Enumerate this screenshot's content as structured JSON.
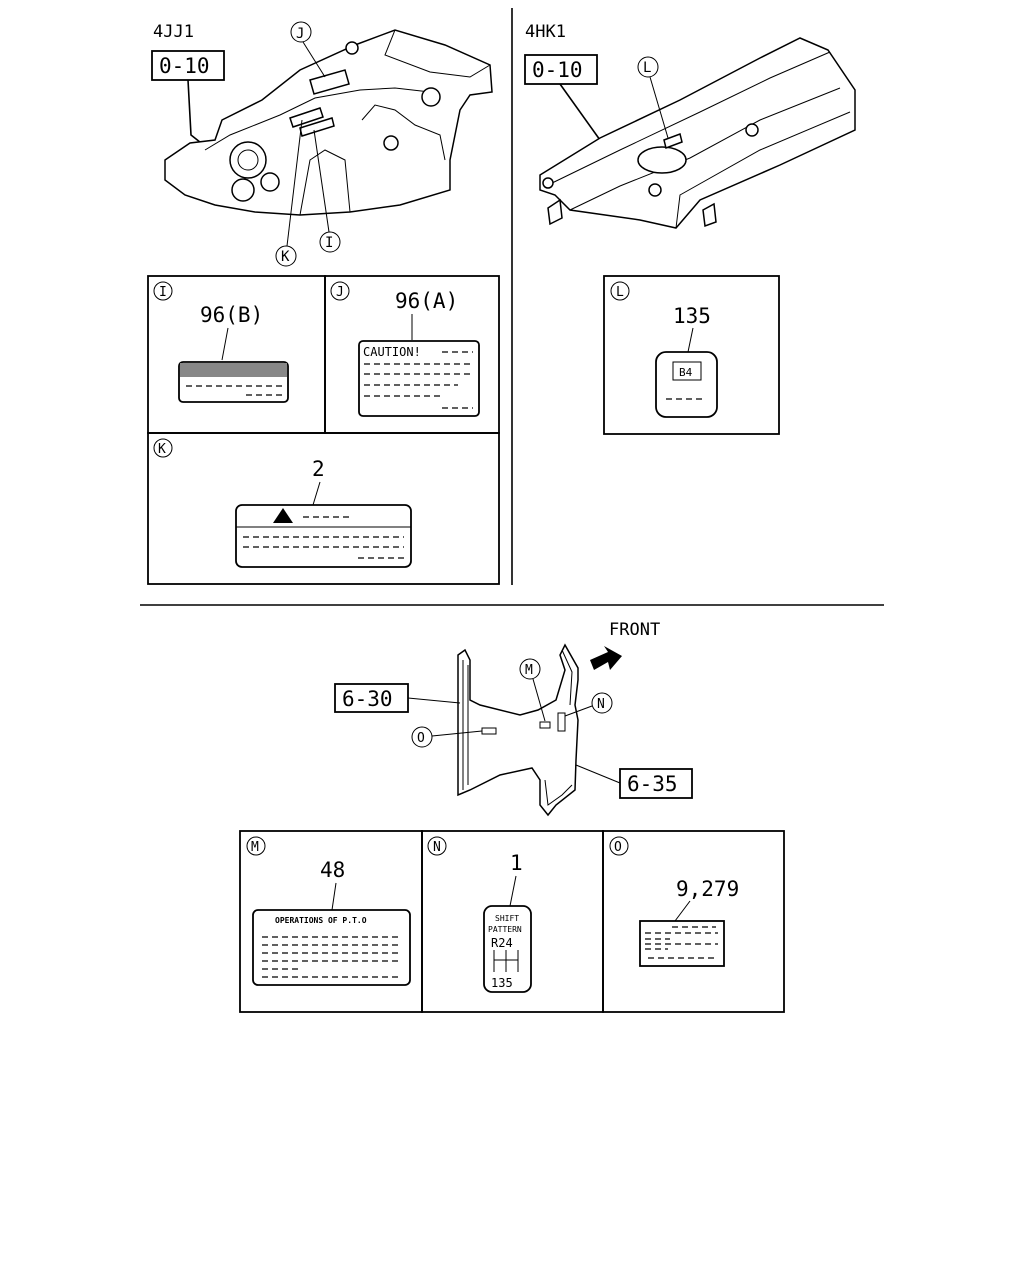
{
  "top_left": {
    "engine": "4JJ1",
    "ref_box": "0-10",
    "callouts": [
      "J",
      "K",
      "I"
    ]
  },
  "top_right": {
    "engine": "4HK1",
    "ref_box": "0-10",
    "callouts": [
      "L"
    ]
  },
  "panels": {
    "I": {
      "letter": "I",
      "part": "96(B)"
    },
    "J": {
      "letter": "J",
      "part": "96(A)",
      "caution": "CAUTION!"
    },
    "K": {
      "letter": "K",
      "part": "2"
    },
    "L": {
      "letter": "L",
      "part": "135",
      "inner": "B4"
    },
    "M": {
      "letter": "M",
      "part": "48",
      "heading": "OPERATIONS OF P.T.O"
    },
    "N": {
      "letter": "N",
      "part": "1",
      "heading_1": "SHIFT",
      "heading_2": "PATTERN",
      "top_gears": "R24",
      "bottom_gears": "135"
    },
    "O": {
      "letter": "O",
      "part": "9,279"
    }
  },
  "bottom": {
    "front_label": "FRONT",
    "ref_left": "6-30",
    "ref_right": "6-35",
    "callouts": [
      "M",
      "N",
      "O"
    ]
  }
}
